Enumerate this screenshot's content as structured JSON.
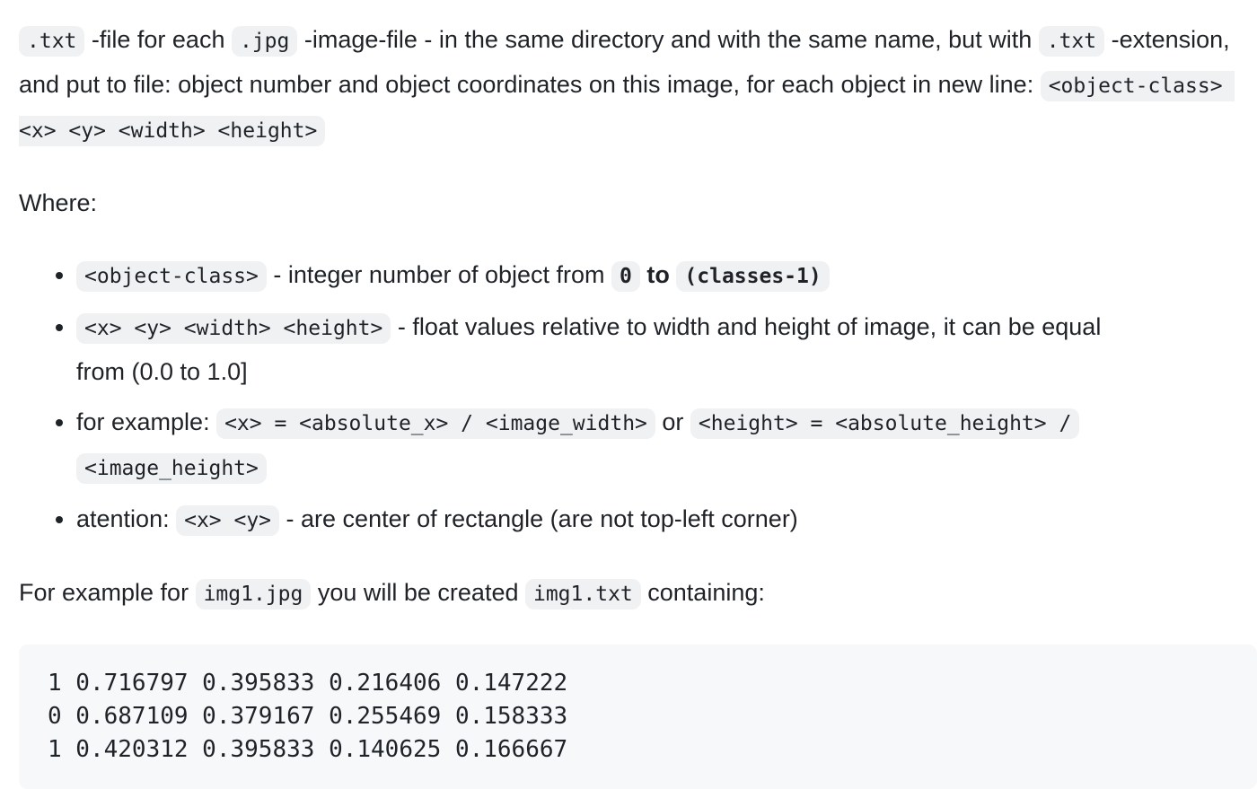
{
  "page": {
    "background": "#ffffff",
    "text_color": "#1f2328",
    "inline_code_bg": "#eff1f3",
    "code_block_bg": "#f6f8fa"
  },
  "intro": {
    "segments": [
      {
        "type": "code",
        "text": ".txt"
      },
      {
        "type": "text",
        "text": " -file for each "
      },
      {
        "type": "code",
        "text": ".jpg"
      },
      {
        "type": "text",
        "text": " -image-file - in the same directory and with the same name, but with "
      },
      {
        "type": "code",
        "text": ".txt"
      },
      {
        "type": "text",
        "text": " -extension, and put to file: object number and object coordinates on this image, for each object in new line: "
      },
      {
        "type": "code",
        "text": "<object-class> <x> <y> <width> <height>"
      }
    ]
  },
  "where_label": "Where:",
  "bullets": {
    "object_class": {
      "segments": [
        {
          "type": "code",
          "text": "<object-class>"
        },
        {
          "type": "text",
          "text": " - integer number of object from "
        },
        {
          "type": "bold-code",
          "text": "0"
        },
        {
          "type": "bold-text",
          "text": " to "
        },
        {
          "type": "bold-code",
          "text": "(classes-1)"
        }
      ]
    },
    "xywh": {
      "line1_code": "<x> <y> <width> <height>",
      "line1_text": " - float values relative to width and height of image, it can be equal",
      "line2_text": "from (0.0 to 1.0]"
    },
    "example_formula": {
      "intro_text": "for example: ",
      "code_x": "<x> = <absolute_x> / <image_width>",
      "or_text": " or ",
      "code_height_part1": "<height> = <absolute_height> /",
      "code_height_part2": "<image_height>"
    },
    "attention": {
      "segments": [
        {
          "type": "text",
          "text": "atention: "
        },
        {
          "type": "code",
          "text": "<x> <y>"
        },
        {
          "type": "text",
          "text": " - are center of rectangle (are not top-left corner)"
        }
      ]
    }
  },
  "example_paragraph": {
    "segments": [
      {
        "type": "text",
        "text": "For example for "
      },
      {
        "type": "code",
        "text": "img1.jpg"
      },
      {
        "type": "text",
        "text": " you will be created "
      },
      {
        "type": "code",
        "text": "img1.txt"
      },
      {
        "type": "text",
        "text": " containing:"
      }
    ]
  },
  "code_block": {
    "lines": [
      "1 0.716797 0.395833 0.216406 0.147222",
      "0 0.687109 0.379167 0.255469 0.158333",
      "1 0.420312 0.395833 0.140625 0.166667"
    ]
  }
}
